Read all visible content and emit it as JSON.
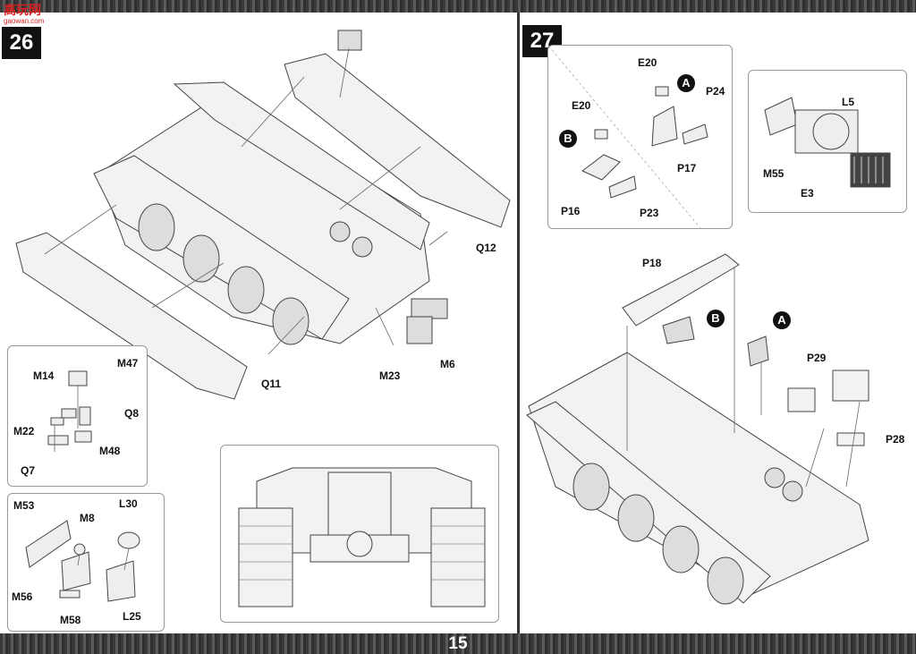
{
  "header": {
    "watermark_text": "高玩网",
    "watermark_sub": "gaowan.com"
  },
  "page_number": "15",
  "step26": {
    "number": "26",
    "labels": {
      "q12": "Q12",
      "q11": "Q11",
      "m23": "M23",
      "m6": "M6"
    },
    "inset_left": {
      "m14": "M14",
      "m47": "M47",
      "m22": "M22",
      "q8": "Q8",
      "m48": "M48",
      "q7": "Q7"
    },
    "inset_left2": {
      "m53": "M53",
      "m8": "M8",
      "l30": "L30",
      "m56": "M56",
      "m58": "M58",
      "l25": "L25"
    }
  },
  "step27": {
    "number": "27",
    "inset_a": {
      "e20a": "E20",
      "e20b": "E20",
      "p24": "P24",
      "p16": "P16",
      "p23": "P23",
      "p17": "P17",
      "marker_a": "A",
      "marker_b": "B"
    },
    "inset_b": {
      "l5": "L5",
      "m55": "M55",
      "e3": "E3"
    },
    "main": {
      "p18": "P18",
      "marker_b": "B",
      "marker_a": "A",
      "p29": "P29",
      "p28": "P28"
    }
  }
}
